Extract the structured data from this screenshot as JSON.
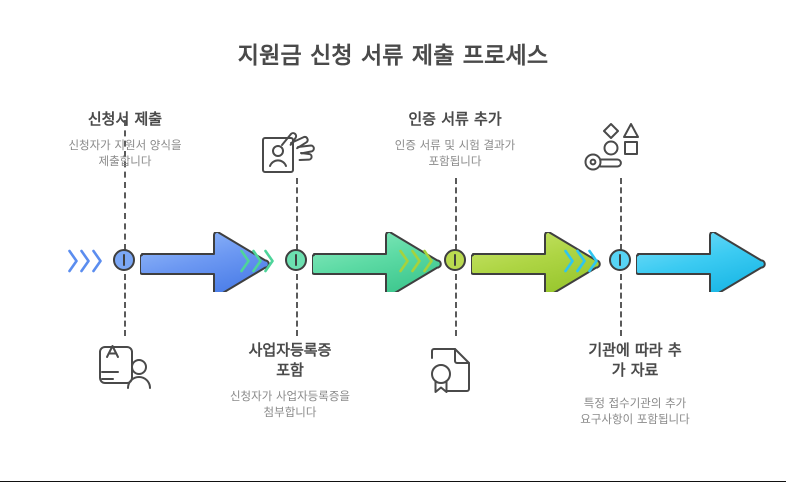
{
  "title": "지원금 신청 서류 제출 프로세스",
  "theme": {
    "background": "#ffffff",
    "title_color": "#4a4a4a",
    "heading_color": "#4a4a4a",
    "description_color": "#8a8a8a",
    "outline_color": "#3f3f3f",
    "dash_color": "#5a5a5a"
  },
  "steps": [
    {
      "index": 1,
      "heading": "신청서 제출",
      "description": "신청자가 지원서 양식을\n제출합니다",
      "position": "above",
      "color": "#5b8def",
      "color_light": "#8fb4f7",
      "icon": "document-letter-a-person-icon",
      "icon_position": "below"
    },
    {
      "index": 2,
      "heading": "사업자등록증\n포함",
      "description": "신청자가 사업자등록증을\n첨부합니다",
      "position": "below",
      "color": "#4ed49a",
      "color_light": "#86e8bd",
      "icon": "id-card-hand-icon",
      "icon_position": "above"
    },
    {
      "index": 3,
      "heading": "인증 서류 추가",
      "description": "인증 서류 및 시험 결과가\n포함됩니다",
      "position": "above",
      "color": "#a6d23c",
      "color_light": "#c3e266",
      "icon": "certificate-ribbon-icon",
      "icon_position": "below"
    },
    {
      "index": 4,
      "heading": "기관에 따라 추\n가 자료",
      "description": "특정 접수기관의 추가\n요구사항이 포함됩니다",
      "position": "below",
      "color": "#2ec5f0",
      "color_light": "#6fdbf7",
      "icon": "key-shapes-icon",
      "icon_position": "above"
    }
  ]
}
